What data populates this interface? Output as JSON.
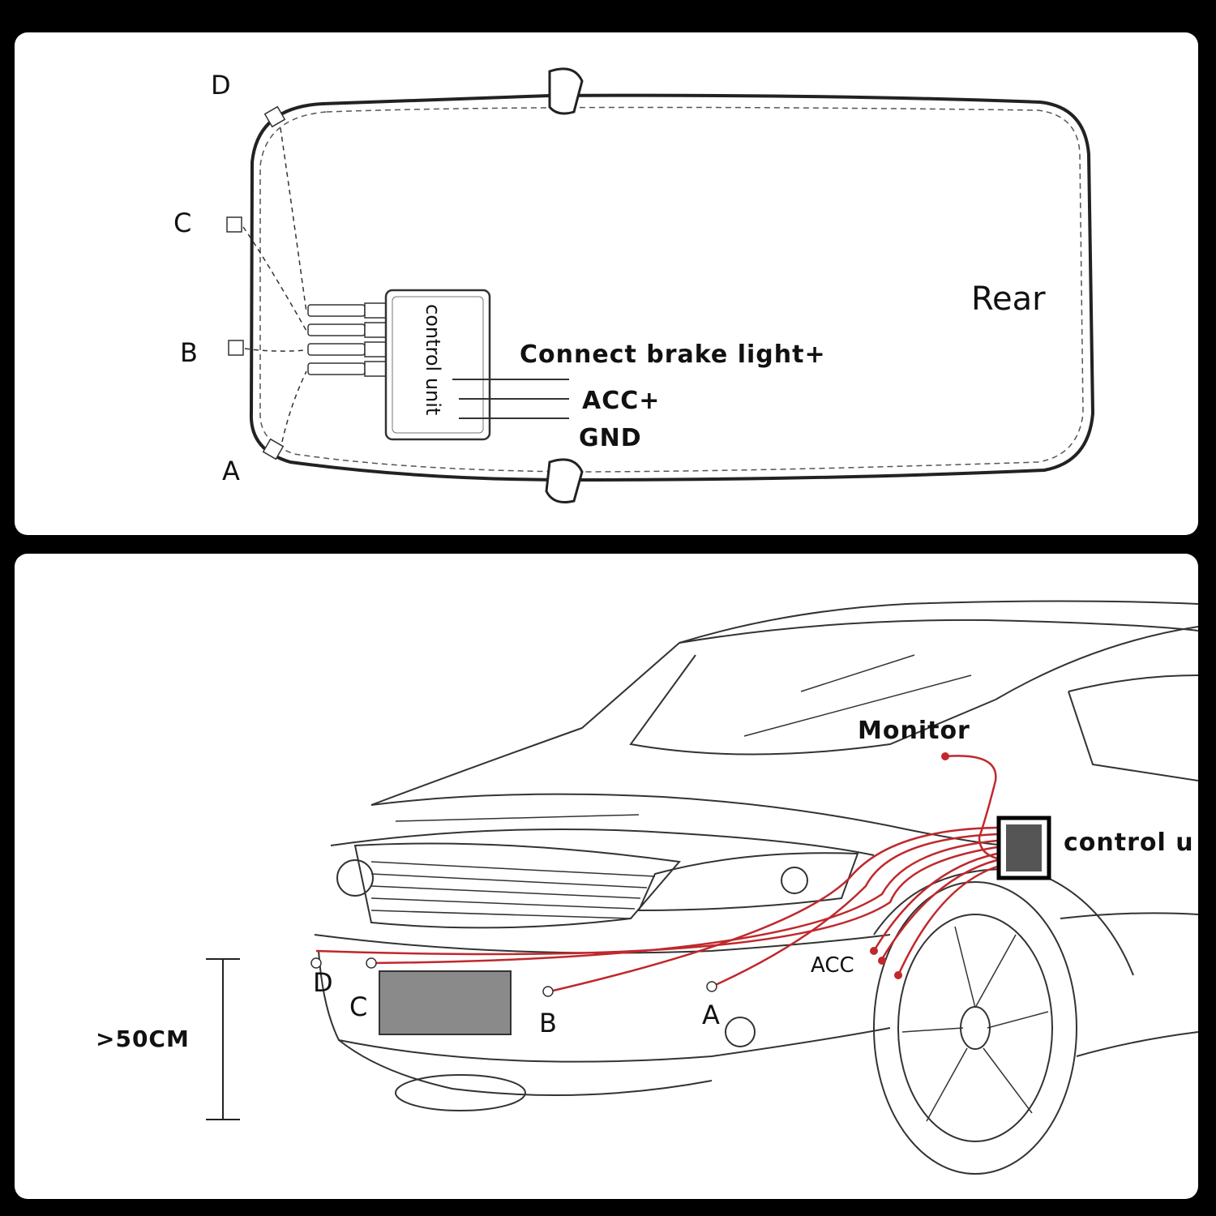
{
  "top_diagram": {
    "sensor_labels": {
      "a": "A",
      "b": "B",
      "c": "C",
      "d": "D"
    },
    "rear_label": "Rear",
    "control_unit_label": "control unit",
    "wire_labels": {
      "brake": "Connect brake light+",
      "acc": "ACC+",
      "gnd": "GND"
    }
  },
  "bottom_diagram": {
    "monitor_label": "Monitor",
    "control_unit_label": "control u",
    "acc_label": "ACC",
    "sensor_labels": {
      "a": "A",
      "b": "B",
      "c": "C",
      "d": "D"
    },
    "height_label": ">50CM"
  },
  "colors": {
    "wire_red": "#c0282c",
    "control_box": "#555555",
    "plate": "#8a8a8a",
    "line": "#222222"
  }
}
